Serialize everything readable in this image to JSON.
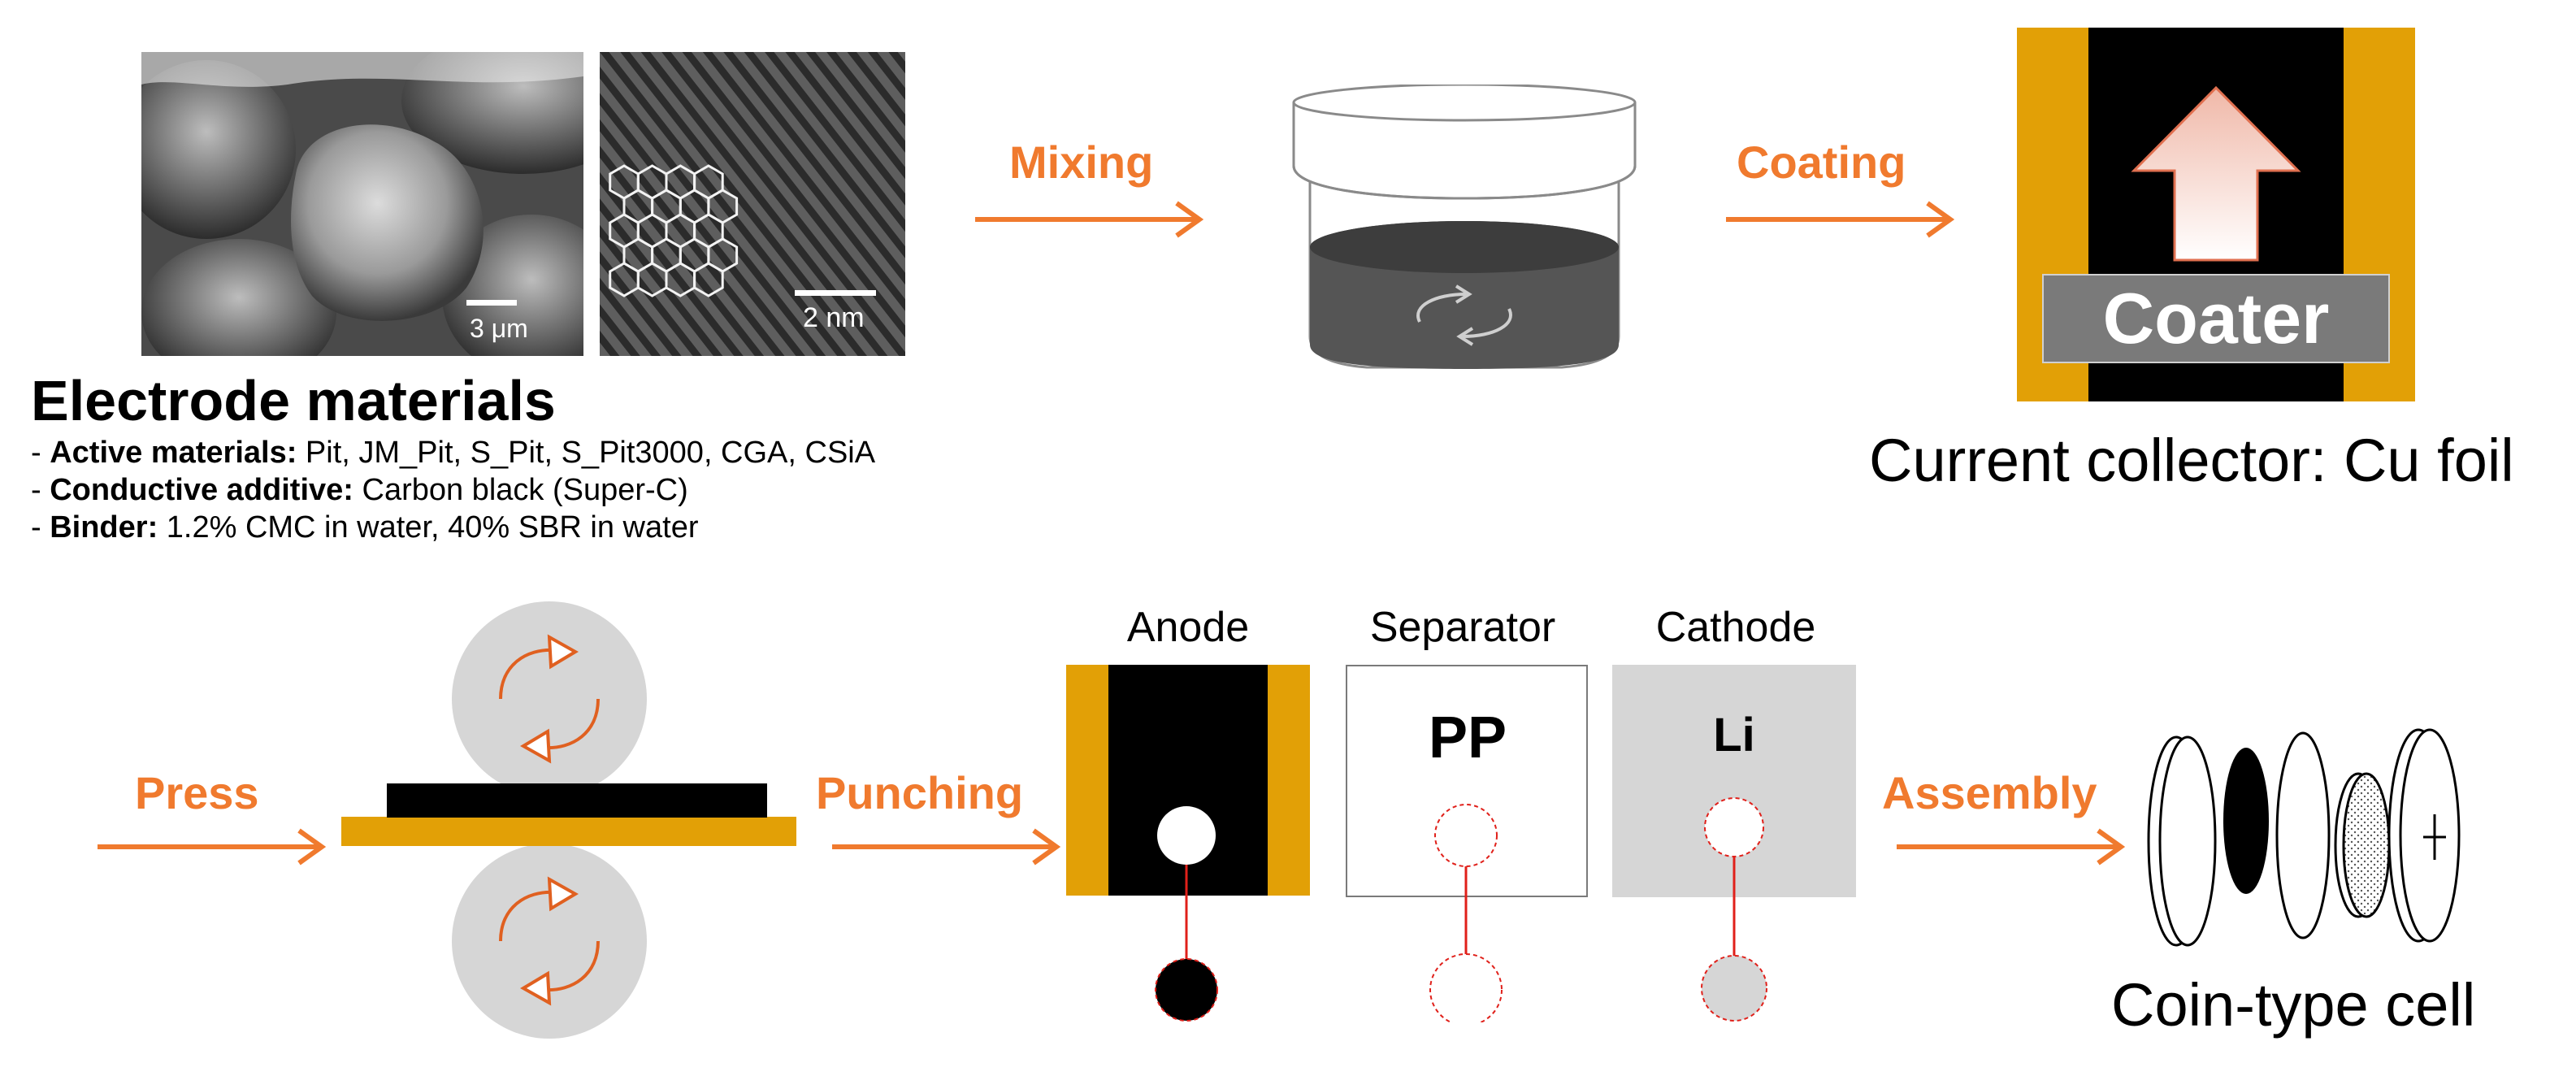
{
  "materials": {
    "title": "Electrode materials",
    "scale_left": "3 μm",
    "scale_right": "2 nm",
    "items": [
      {
        "key": "Active materials:",
        "value": " Pit, JM_Pit, S_Pit, S_Pit3000, CGA, CSiA"
      },
      {
        "key": "Conductive additive:",
        "value": " Carbon black (Super-C)"
      },
      {
        "key": "Binder:",
        "value": " 1.2% CMC in water, 40% SBR in water"
      }
    ]
  },
  "steps": {
    "mixing": "Mixing",
    "coating": "Coating",
    "press": "Press",
    "punching": "Punching",
    "assembly": "Assembly"
  },
  "coater": {
    "label": "Coater",
    "caption": "Current collector: Cu foil"
  },
  "electrodes": {
    "anode": "Anode",
    "separator": "Separator",
    "separator_material": "PP",
    "cathode": "Cathode",
    "cathode_material": "Li"
  },
  "cell": {
    "caption": "Coin-type cell"
  },
  "colors": {
    "accent_orange": "#F07A2E",
    "foil_gold": "#E2A006",
    "slurry_gray": "#555555",
    "roller_gray": "#D6D6D6",
    "punch_red": "#E0201A"
  }
}
